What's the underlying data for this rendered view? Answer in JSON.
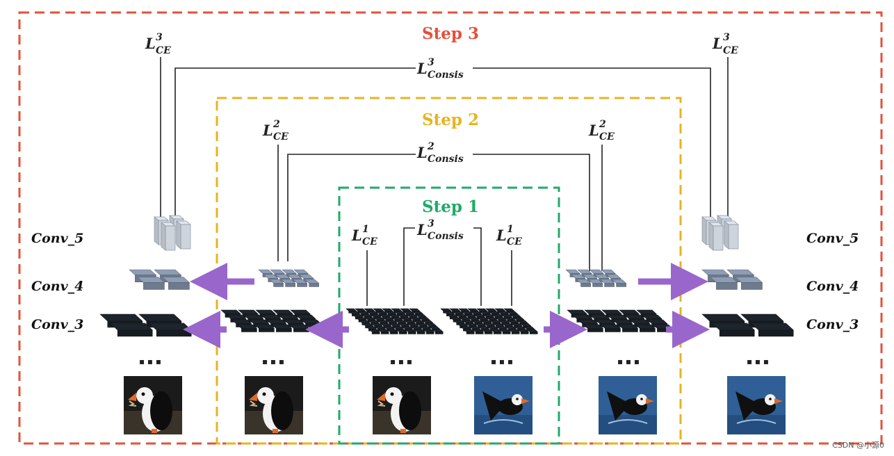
{
  "steps": [
    {
      "label": "Step 3",
      "color": "#e4503a"
    },
    {
      "label": "Step 2",
      "color": "#e8b321"
    },
    {
      "label": "Step 1",
      "color": "#1faa6a"
    }
  ],
  "conv_labels": {
    "conv5": "Conv_5",
    "conv4": "Conv_4",
    "conv3": "Conv_3"
  },
  "losses": {
    "ce_symbol": "L",
    "ce_sub": "CE",
    "consis_sub": "Consis",
    "sup1": "1",
    "sup2": "2",
    "sup3": "3"
  },
  "ellipsis": "▪ ▪ ▪",
  "colors": {
    "arrow": "#9966cc",
    "conv5_block": "#dfe6ee",
    "conv4_block": "#8d9db5",
    "conv3_block": "#1e242c",
    "sky": "#2f5f96",
    "dark_bg": "#1b1b1b"
  },
  "watermark": "CSDN @小源0"
}
